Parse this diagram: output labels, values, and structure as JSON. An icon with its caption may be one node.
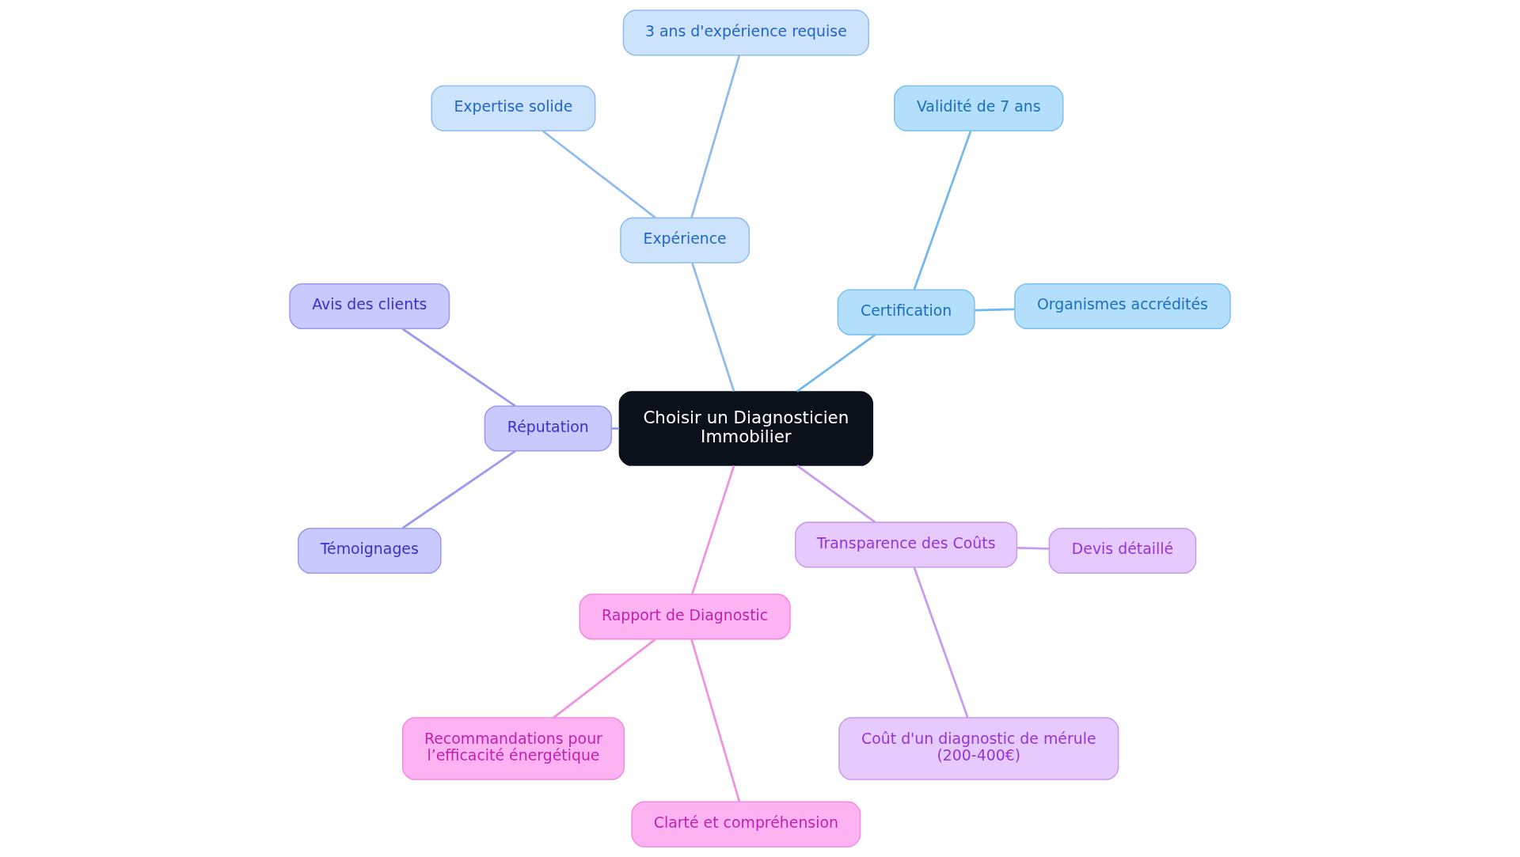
{
  "diagram": {
    "nodes": [
      {
        "text": [
          "Choisir un Diagnosticien Immobilier"
        ]
      },
      {
        "text": [
          "Certification"
        ]
      },
      {
        "text": [
          "Organismes accrédités"
        ]
      },
      {
        "text": [
          "Validité de 7 ans"
        ]
      },
      {
        "text": [
          "Expérience"
        ]
      },
      {
        "text": [
          "3 ans d'expérience requise"
        ]
      },
      {
        "text": [
          "Expertise solide"
        ]
      },
      {
        "text": [
          "Réputation"
        ]
      },
      {
        "text": [
          "Avis des clients"
        ]
      },
      {
        "text": [
          "Témoignages"
        ]
      },
      {
        "text": [
          "Rapport de Diagnostic"
        ]
      },
      {
        "text": [
          "Recommandations pour l’efficacité énergétique"
        ]
      },
      {
        "text": [
          "Clarté et compréhension"
        ]
      },
      {
        "text": [
          "Transparence des Coûts"
        ]
      },
      {
        "text": [
          "Coût d'un diagnostic de mérule (200-400€)"
        ]
      },
      {
        "text": [
          "Devis détaillé"
        ]
      }
    ],
    "edges": [
      {
        "from": 0,
        "to": 1,
        "arrow": "none",
        "color": "#74b9ee"
      },
      {
        "from": 1,
        "to": 2,
        "arrow": "none",
        "color": "#74b9ee"
      },
      {
        "from": 1,
        "to": 3,
        "arrow": "none",
        "color": "#74b9ee"
      },
      {
        "from": 0,
        "to": 4,
        "arrow": "none",
        "color": "#8fbcef"
      },
      {
        "from": 4,
        "to": 5,
        "arrow": "none",
        "color": "#8fbcef"
      },
      {
        "from": 4,
        "to": 6,
        "arrow": "none",
        "color": "#8fbcef"
      },
      {
        "from": 0,
        "to": 7,
        "arrow": "none",
        "color": "#9b9bef"
      },
      {
        "from": 7,
        "to": 8,
        "arrow": "none",
        "color": "#9b9bef"
      },
      {
        "from": 7,
        "to": 9,
        "arrow": "none",
        "color": "#9b9bef"
      },
      {
        "from": 0,
        "to": 10,
        "arrow": "none",
        "color": "#f093de"
      },
      {
        "from": 10,
        "to": 11,
        "arrow": "none",
        "color": "#f093de"
      },
      {
        "from": 10,
        "to": 12,
        "arrow": "none",
        "color": "#f093de"
      },
      {
        "from": 0,
        "to": 13,
        "arrow": "none",
        "color": "#c99aef"
      },
      {
        "from": 13,
        "to": 14,
        "arrow": "none",
        "color": "#c99aef"
      },
      {
        "from": 13,
        "to": 15,
        "arrow": "none",
        "color": "#c99aef"
      }
    ]
  }
}
